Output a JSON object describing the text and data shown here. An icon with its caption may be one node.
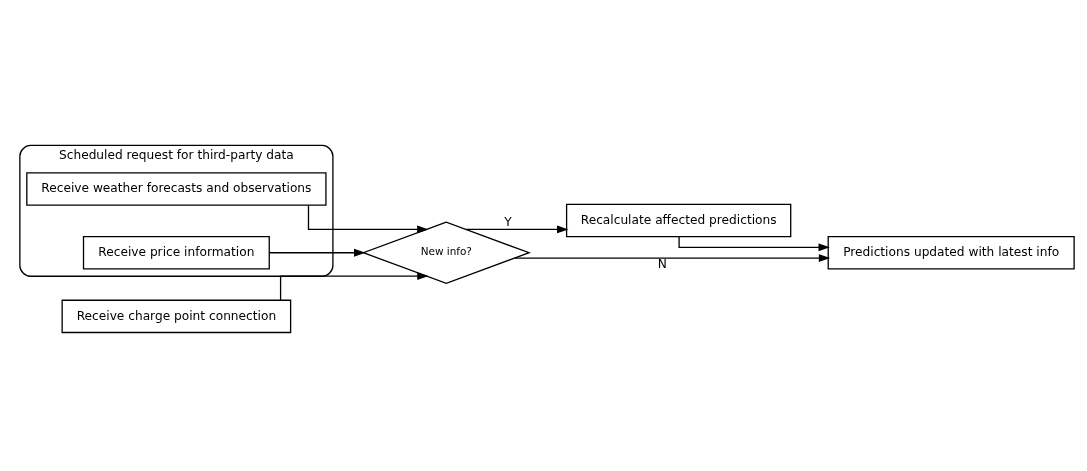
{
  "diagram": {
    "nodes": [
      {
        "text": [
          "Scheduled request for third-party data"
        ]
      },
      {
        "text": [
          "Receive weather forecasts and observations"
        ],
        "in": 0
      },
      {
        "text": [
          "Receive price information"
        ],
        "in": 0
      },
      {
        "text": [
          "Receive charge point connection"
        ]
      },
      {
        "text": [
          "New info?"
        ]
      },
      {
        "text": [
          "Recalculate affected predictions"
        ]
      },
      {
        "text": [
          "Predictions updated with latest info"
        ]
      }
    ],
    "edges": [
      {
        "from": 1,
        "to": 4,
        "arrow": "to"
      },
      {
        "from": 2,
        "to": 4,
        "arrow": "to"
      },
      {
        "from": 3,
        "to": 4,
        "arrow": "to"
      },
      {
        "from": 4,
        "to": 5,
        "arrow": "to",
        "label": "Y"
      },
      {
        "from": 5,
        "to": 6,
        "arrow": "to"
      },
      {
        "from": 4,
        "to": 6,
        "arrow": "to",
        "label": "N"
      }
    ]
  }
}
